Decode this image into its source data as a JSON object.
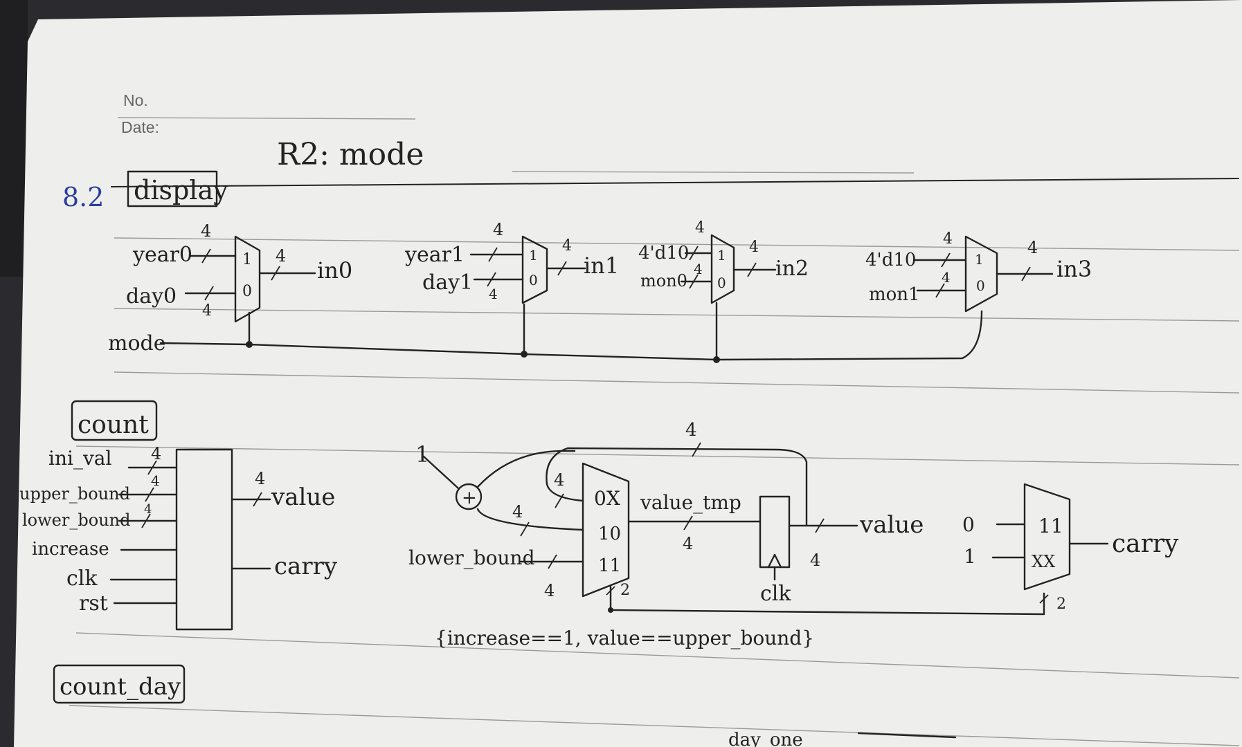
{
  "header": {
    "no_label": "No.",
    "date_label": "Date:"
  },
  "heading": "R2: mode",
  "question_no": "8.2",
  "sections": {
    "display": "display",
    "count": "count",
    "count_day": "count_day"
  },
  "display": {
    "bus_width": "4",
    "mux_labels": {
      "one": "1",
      "zero": "0"
    },
    "select": "mode",
    "mux0": {
      "in1": "year0",
      "in0": "day0",
      "out": "in0"
    },
    "mux1": {
      "in1": "year1",
      "in0": "day1",
      "out": "in1"
    },
    "mux2": {
      "in1": "4'd10",
      "in0": "mon0",
      "out": "in2"
    },
    "mux3": {
      "in1": "4'd10",
      "in0": "mon1",
      "out": "in3"
    }
  },
  "count_block": {
    "inputs": [
      "ini_val",
      "upper_bound",
      "lower_bound",
      "increase",
      "clk",
      "rst"
    ],
    "outputs": [
      "value",
      "carry"
    ],
    "bus_width": "4"
  },
  "count_logic": {
    "const_one": "1",
    "adder": "+",
    "width_4": "4",
    "width_2": "2",
    "mux_in": [
      "0X",
      "10",
      "11"
    ],
    "value_tmp": "value_tmp",
    "lower_bound": "lower_bound",
    "clk": "clk",
    "value": "value",
    "select_expr": "{increase==1, value==upper_bound}",
    "carry_mux": {
      "in0": "0",
      "in1": "1",
      "sel_hi": "11",
      "sel_lo": "XX",
      "out": "carry"
    }
  },
  "count_day_partial": {
    "label": "day_one"
  }
}
